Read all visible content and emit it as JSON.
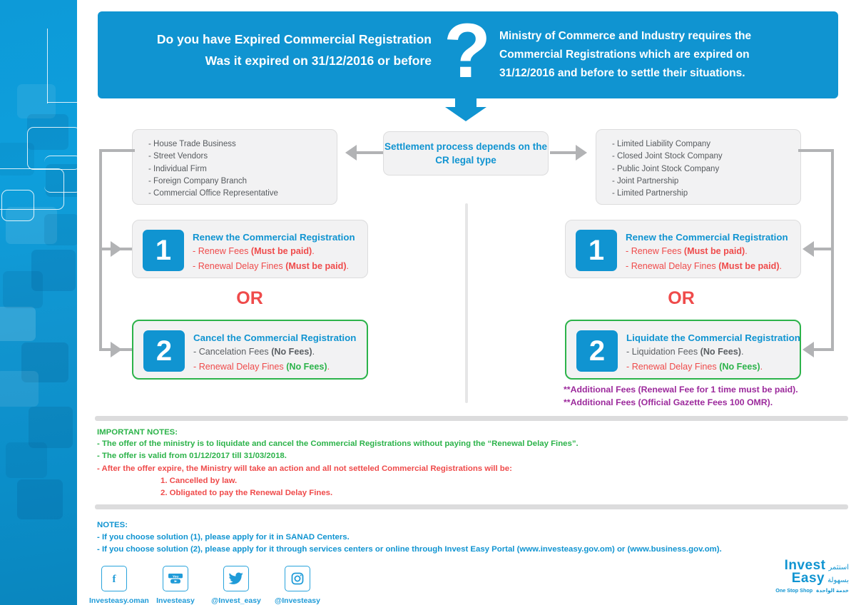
{
  "header": {
    "question_mark": "?",
    "left_lines": [
      "Do you have Expired Commercial Registration",
      "Was it expired on 31/12/2016 or before"
    ],
    "right_text": "Ministry of Commerce and Industry requires the Commercial Registrations which are expired on 31/12/2016 and before to settle their situations."
  },
  "center": {
    "label": "Settlement process depends on the CR legal type"
  },
  "left_types": {
    "items": [
      "- House Trade Business",
      "- Street Vendors",
      "- Individual Firm",
      "- Foreign Company Branch",
      "- Commercial Office Representative"
    ]
  },
  "right_types": {
    "items": [
      "- Limited Liability Company",
      "- Closed Joint Stock Company",
      "- Public Joint Stock Company",
      "- Joint Partnership",
      "- Limited Partnership"
    ]
  },
  "left_options": {
    "or_label": "OR",
    "option1": {
      "number": "1",
      "title": "Renew the Commercial Registration",
      "line1_pre": "- Renew Fees ",
      "line1_bold": "(Must be paid)",
      "line1_post": ".",
      "line2_pre": "- Renewal Delay Fines ",
      "line2_bold": "(Must be paid)",
      "line2_post": "."
    },
    "option2": {
      "number": "2",
      "title": "Cancel the Commercial Registration",
      "line1_pre": "- Cancelation Fees ",
      "line1_bold": "(No Fees)",
      "line1_post": ".",
      "line2_pre": "- Renewal Delay Fines ",
      "line2_bold": "(No Fees)",
      "line2_post": "."
    }
  },
  "right_options": {
    "or_label": "OR",
    "option1": {
      "number": "1",
      "title": "Renew the Commercial Registration",
      "line1_pre": "- Renew Fees ",
      "line1_bold": "(Must be paid)",
      "line1_post": ".",
      "line2_pre": "- Renewal Delay Fines ",
      "line2_bold": "(Must be paid)",
      "line2_post": "."
    },
    "option2": {
      "number": "2",
      "title": "Liquidate the Commercial Registration",
      "line1_pre": "- Liquidation Fees ",
      "line1_bold": "(No Fees)",
      "line1_post": ".",
      "line2_pre": "- Renewal Delay Fines ",
      "line2_bold": "(No Fees)",
      "line2_post": "."
    },
    "additional_fees": [
      "**Additional Fees (Renewal Fee for 1 time must be paid).",
      "**Additional Fees (Official Gazette Fees 100 OMR)."
    ]
  },
  "important_notes": {
    "heading": "IMPORTANT NOTES:",
    "green_lines": [
      "- The offer of the ministry is to liquidate and cancel the Commercial Registrations without paying the “Renewal Delay Fines”.",
      "- The offer is valid from 01/12/2017 till 31/03/2018."
    ],
    "red_lines": [
      "- After the offer expire, the Ministry will take an action and all not setteled Commercial Registrations will be:"
    ],
    "red_numbered": [
      "1.  Cancelled by law.",
      "2. Obligated to pay the Renewal Delay Fines."
    ]
  },
  "notes": {
    "heading": "NOTES:",
    "lines": [
      "- If you choose solution (1), please apply for it in SANAD Centers.",
      "- If you choose solution (2), please apply for it through services centers or online through Invest Easy Portal (www.investeasy.gov.om) or (www.business.gov.om)."
    ]
  },
  "social": [
    {
      "icon": "facebook-icon",
      "glyph": "f",
      "label": "Investeasy.oman"
    },
    {
      "icon": "youtube-icon",
      "glyph": "▶",
      "label": "Investeasy"
    },
    {
      "icon": "twitter-icon",
      "glyph": "ᴠ",
      "label": "@Invest_easy"
    },
    {
      "icon": "instagram-icon",
      "glyph": "▢",
      "label": "@Investeasy"
    }
  ],
  "logo": {
    "line1": "Invest",
    "line2": "Easy",
    "arabic1": "استثمر",
    "arabic2": "بسهولة",
    "tagline": "One Stop Shop",
    "tagline_ar": "خدمة الواحدة"
  },
  "colors": {
    "brand_blue": "#1094d1",
    "green": "#2cb34a",
    "red": "#ef4b4b",
    "purple": "#9c2a9c",
    "grey": "#b2b3b5"
  }
}
